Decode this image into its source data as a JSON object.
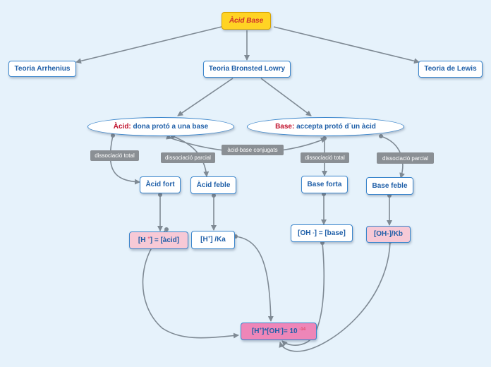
{
  "root": {
    "label": "Àcid Base"
  },
  "theories": {
    "arrhenius": "Teoria Arrhenius",
    "bronsted": "Teoria Bronsted Lowry",
    "lewis": "Teoria de Lewis"
  },
  "acid": {
    "keyword": "Àcid:",
    "text": " dona protó a una base"
  },
  "base": {
    "keyword": "Base:",
    "text": " accepta protó d´un àcid"
  },
  "labels": {
    "acid_total": "dissociació total",
    "acid_partial": "dissociació parcial",
    "conjugate": "àcid-base conjugats",
    "base_total": "dissociació total",
    "base_partial": "dissociació parcial"
  },
  "nodes": {
    "strong_acid": "Àcid fort",
    "weak_acid": "Àcid feble",
    "strong_base": "Base forta",
    "weak_base": "Base feble"
  },
  "formulas": {
    "h_acid": {
      "pre": "[H ",
      "sup": "+",
      "post": "] = [àcid]"
    },
    "h_ka": {
      "pre": "[H",
      "sup": "+",
      "post": "] /Ka"
    },
    "oh_base": {
      "pre": "[OH ",
      "sub": "-",
      "post": "] = [base]"
    },
    "oh_kb": {
      "text": "[OH-]/Kb"
    },
    "kw": {
      "p1": "[H",
      "s1": "+",
      "p2": "]*[OH",
      "s2": "-",
      "p3": "]= 10 ",
      "s3": "-14"
    }
  },
  "colors": {
    "background": "#e6f2fb",
    "node_border": "#3b86cc",
    "node_text": "#1f5fa8",
    "root_fill": "#ffd324",
    "root_text": "#cf2b2b",
    "keyword": "#c0102b",
    "pink_fill": "#f7c9d6",
    "magenta_fill": "#ee86b8",
    "label_fill": "#8a8f94",
    "edge": "#7f8a94"
  }
}
